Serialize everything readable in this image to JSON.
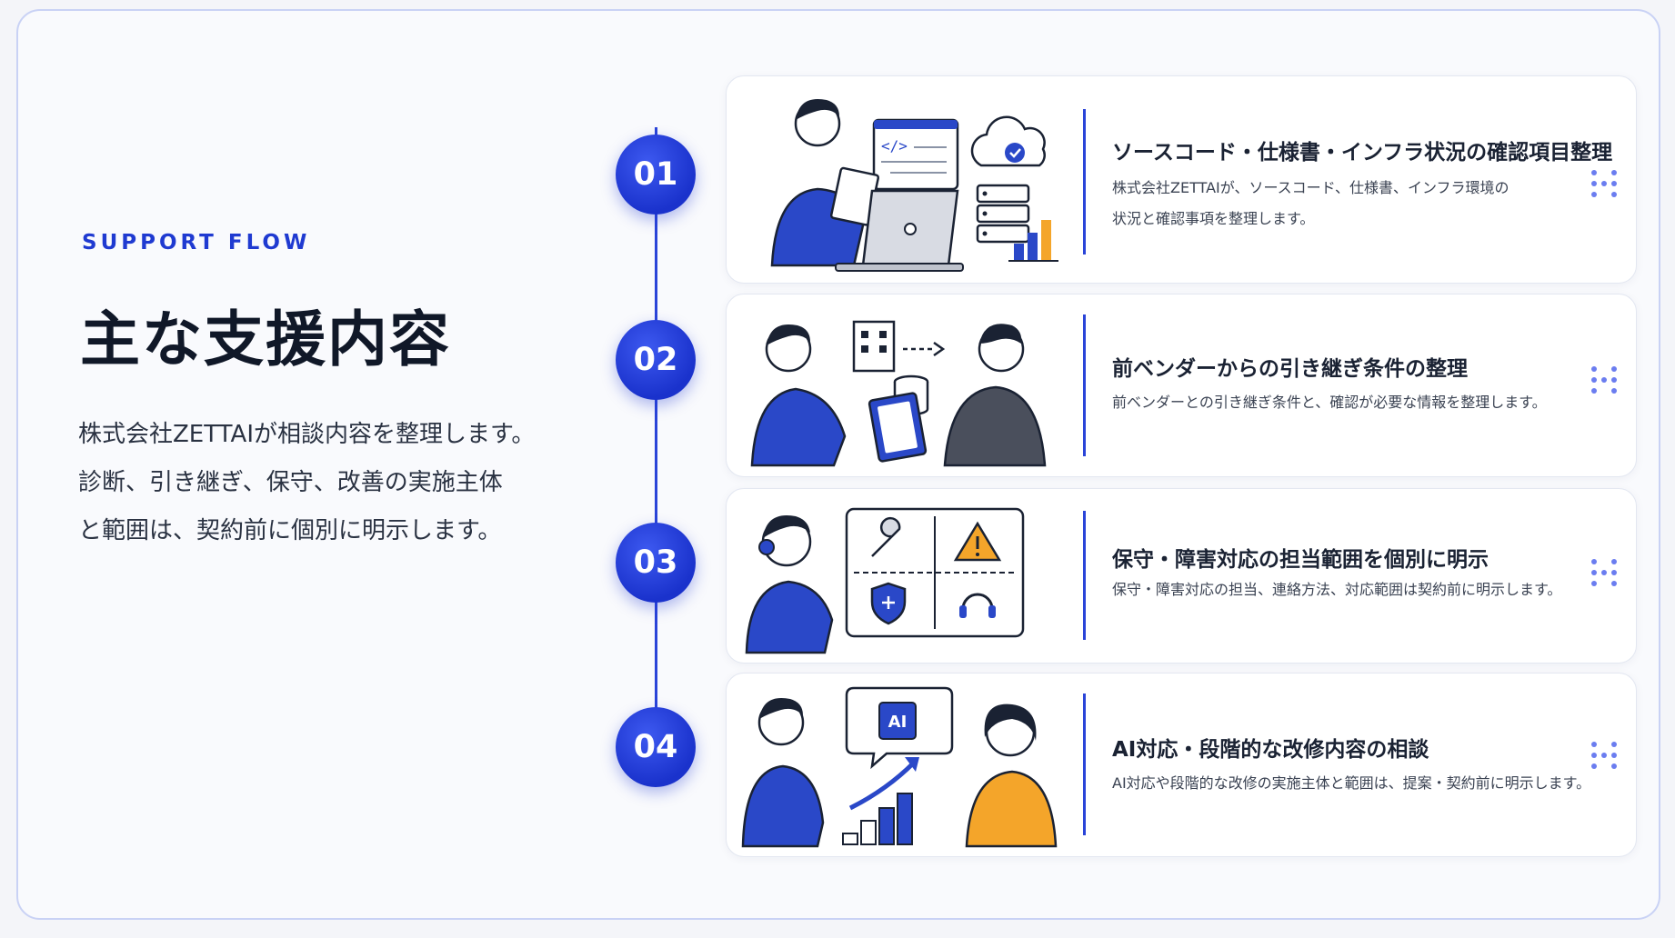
{
  "section": {
    "eyebrow": "SUPPORT FLOW",
    "title": "主な支援内容",
    "lead_lines": [
      "株式会社ZETTAIが相談内容を整理します。",
      "診断、引き継ぎ、保守、改善の実施主体",
      "と範囲は、契約前に個別に明示します。"
    ]
  },
  "steps": [
    {
      "number": "01",
      "title": "ソースコード・仕様書・インフラ状況の確認項目整理",
      "desc_lines": [
        "株式会社ZETTAIが、ソースコード、仕様書、インフラ環境の",
        "状況と確認事項を整理します。"
      ],
      "illustration": "developer-laptop-cloud-server-illustration"
    },
    {
      "number": "02",
      "title": "前ベンダーからの引き継ぎ条件の整理",
      "desc_lines": [
        "前ベンダーとの引き継ぎ条件と、確認が必要な情報を整理します。"
      ],
      "illustration": "handover-clipboard-illustration"
    },
    {
      "number": "03",
      "title": "保守・障害対応の担当範囲を個別に明示",
      "desc_lines": [
        "保守・障害対応の担当、連絡方法、対応範囲は契約前に明示します。"
      ],
      "illustration": "support-headset-panel-illustration"
    },
    {
      "number": "04",
      "title": "AI対応・段階的な改修内容の相談",
      "desc_lines": [
        "AI対応や段階的な改修の実施主体と範囲は、提案・契約前に明示します。"
      ],
      "ai_chip_label": "AI",
      "illustration": "ai-consultation-illustration"
    }
  ],
  "colors": {
    "accent": "#1f3ad1",
    "badge": "#2038d6",
    "shirt_blue": "#2a48c8",
    "shirt_orange": "#f4a52a",
    "text_dark": "#101828"
  }
}
